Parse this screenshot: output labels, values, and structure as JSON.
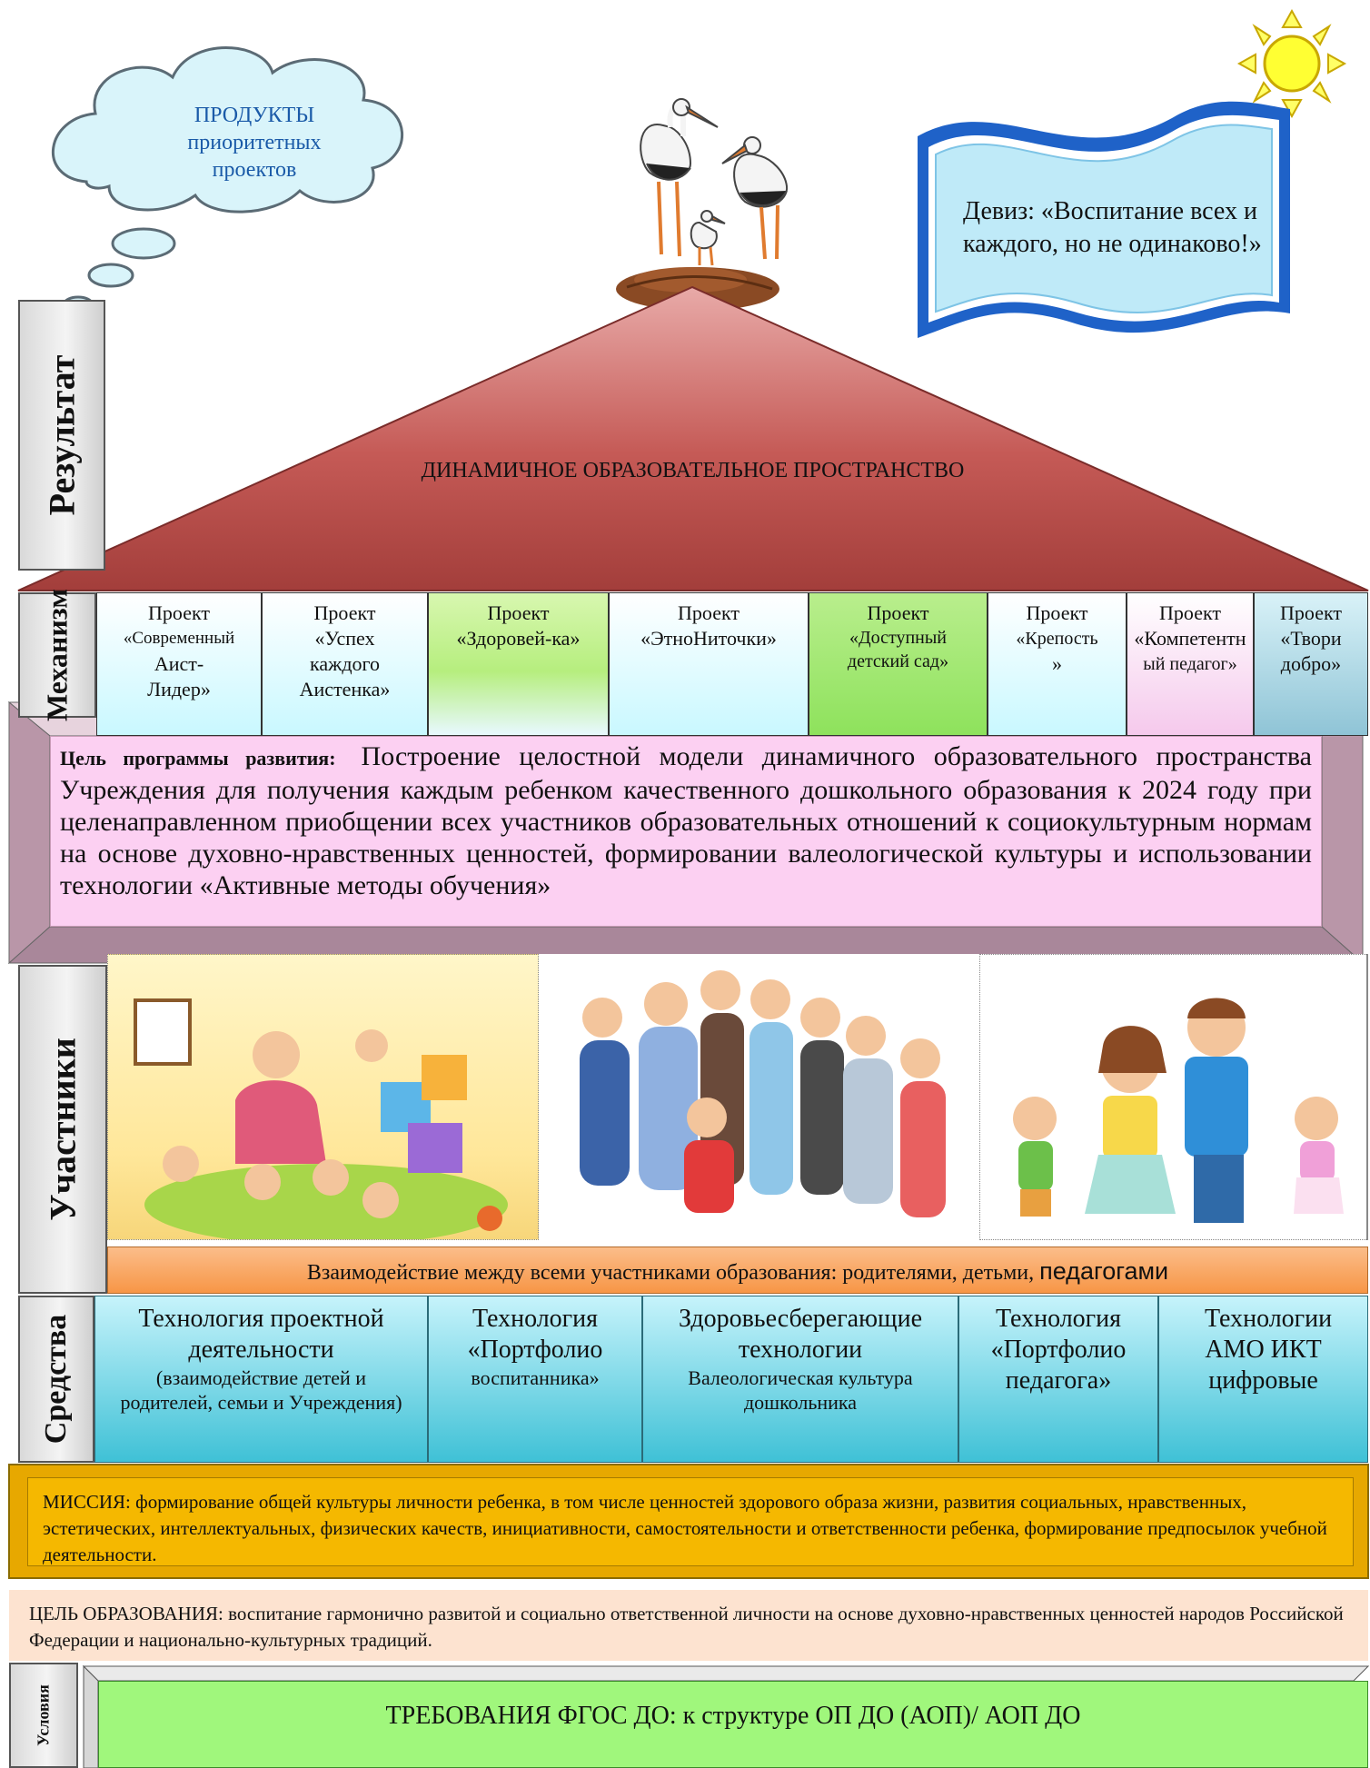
{
  "cloud": {
    "line1": "ПРОДУКТЫ",
    "line2": "приоритетных",
    "line3": "проектов"
  },
  "motto": {
    "line1": "Девиз: «Воспитание всех и",
    "line2": "каждого, но не одинаково!»"
  },
  "roof": {
    "title": "ДИНАМИЧНОЕ ОБРАЗОВАТЕЛЬНОЕ ПРОСТРАНСТВО"
  },
  "side_labels": {
    "result": "Результат",
    "mechanisms": "Механизм",
    "participants": "Участники",
    "means": "Средства",
    "conditions": "Условия"
  },
  "projects": [
    {
      "line1": "Проект",
      "line2": "«Современный",
      "line3": "Аист-",
      "line4": "Лидер»",
      "color": "#c9f8ff"
    },
    {
      "line1": "Проект",
      "line2": "«Успех",
      "line3": "каждого",
      "line4": "Аистенка»",
      "color": "#c9f8ff"
    },
    {
      "line1": "Проект",
      "line2": "«Здоровей-ка»",
      "line3": "",
      "line4": "",
      "color": "#c7f29a"
    },
    {
      "line1": "Проект",
      "line2": "«ЭтноНиточки»",
      "line3": "",
      "line4": "",
      "color": "#c9f8ff"
    },
    {
      "line1": "Проект",
      "line2": "«Доступный",
      "line3": "детский сад»",
      "line4": "",
      "color": "#a6ec7a"
    },
    {
      "line1": "Проект",
      "line2": "«Крепость",
      "line3": "»",
      "line4": "",
      "color": "#c9f8ff"
    },
    {
      "line1": "Проект",
      "line2": "«Компетентн",
      "line3": "ый педагог»",
      "line4": "",
      "color": "#f7d3ee"
    },
    {
      "line1": "Проект",
      "line2": "«Твори",
      "line3": "добро»",
      "line4": "",
      "color": "#a8d4e0"
    }
  ],
  "goal": {
    "label": "Цель программы развития:",
    "text": "Построение целостной модели динамичного образовательного пространства Учреждения для получения каждым ребенком качественного дошкольного образования к 2024 году при целенаправленном приобщении всех участников образовательных отношений к социокультурным нормам на основе духовно-нравственных ценностей, формировании валеологической культуры и использовании технологии «Активные методы обучения»"
  },
  "interaction": {
    "text": "Взаимодействие между всеми участниками образования: родителями, детьми,",
    "accent": "педагогами"
  },
  "means": [
    {
      "title": "Технология проектной деятельности",
      "note": "(взаимодействие детей и родителей, семьи и Учреждения)"
    },
    {
      "title": "Технология «Портфолио",
      "note": "воспитанника»"
    },
    {
      "title": "Здоровьесберегающие технологии",
      "note": "Валеологическая культура дошкольника"
    },
    {
      "title": "Технология «Портфолио педагога»",
      "note": ""
    },
    {
      "title": "Технологии АМО ИКТ цифровые",
      "note": ""
    }
  ],
  "mission": {
    "text": "МИССИЯ: формирование общей культуры личности ребенка, в том числе ценностей здорового образа жизни, развития социальных, нравственных, эстетических, интеллектуальных, физических качеств, инициативности, самостоятельности и ответственности ребенка, формирование предпосылок учебной деятельности."
  },
  "edu_goal": {
    "text": "ЦЕЛЬ ОБРАЗОВАНИЯ: воспитание гармонично развитой и социально ответственной личности на основе духовно-нравственных ценностей народов Российской Федерации и национально-культурных традиций."
  },
  "fgos": {
    "text": "ТРЕБОВАНИЯ ФГОС ДО: к структуре ОП ДО (АОП)/ АОП ДО"
  },
  "colors": {
    "roof": "#c0504d",
    "goal_bg": "#fcd0f2",
    "frame": "#c9a3b4",
    "interaction": "#f79646",
    "mission": "#f5b800",
    "edu_goal": "#fde3d0",
    "fgos": "#a0f77c"
  }
}
